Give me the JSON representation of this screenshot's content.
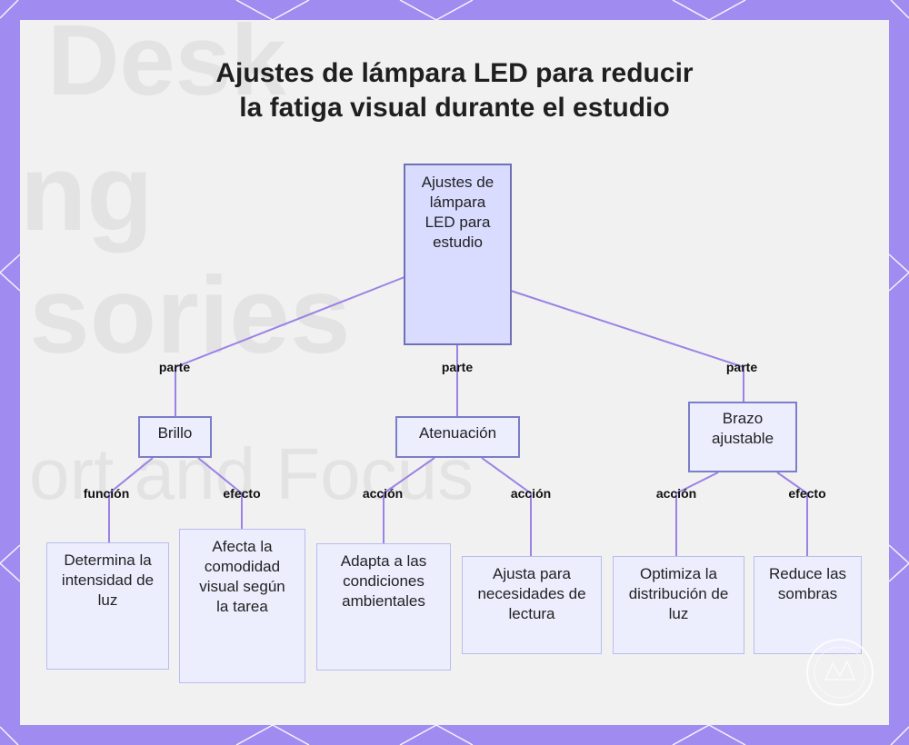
{
  "title": {
    "line1": "Ajustes de lámpara LED para reducir",
    "line2": "la fatiga visual durante el estudio"
  },
  "colors": {
    "frame": "#a08cf0",
    "root_fill": "#d9dbff",
    "node_fill": "#eceefe",
    "line": "#9b82e6"
  },
  "watermark": [
    "Desk",
    "ng",
    "sories",
    "ort and Focus"
  ],
  "nodes": {
    "root": "Ajustes de lámpara LED para estudio",
    "brillo": "Brillo",
    "atenuacion": "Atenuación",
    "brazo": "Brazo ajustable",
    "determina": "Determina la intensidad de luz",
    "afecta": "Afecta la comodidad visual según la tarea",
    "adapta": "Adapta a las condiciones ambientales",
    "ajusta": "Ajusta para necesidades de lectura",
    "optimiza": "Optimiza la distribución de luz",
    "reduce": "Reduce las sombras"
  },
  "edges": {
    "root_brillo": "parte",
    "root_atenuacion": "parte",
    "root_brazo": "parte",
    "brillo_determina": "función",
    "brillo_afecta": "efecto",
    "aten_adapta": "acción",
    "aten_ajusta": "acción",
    "brazo_optimiza": "acción",
    "brazo_reduce": "efecto"
  }
}
